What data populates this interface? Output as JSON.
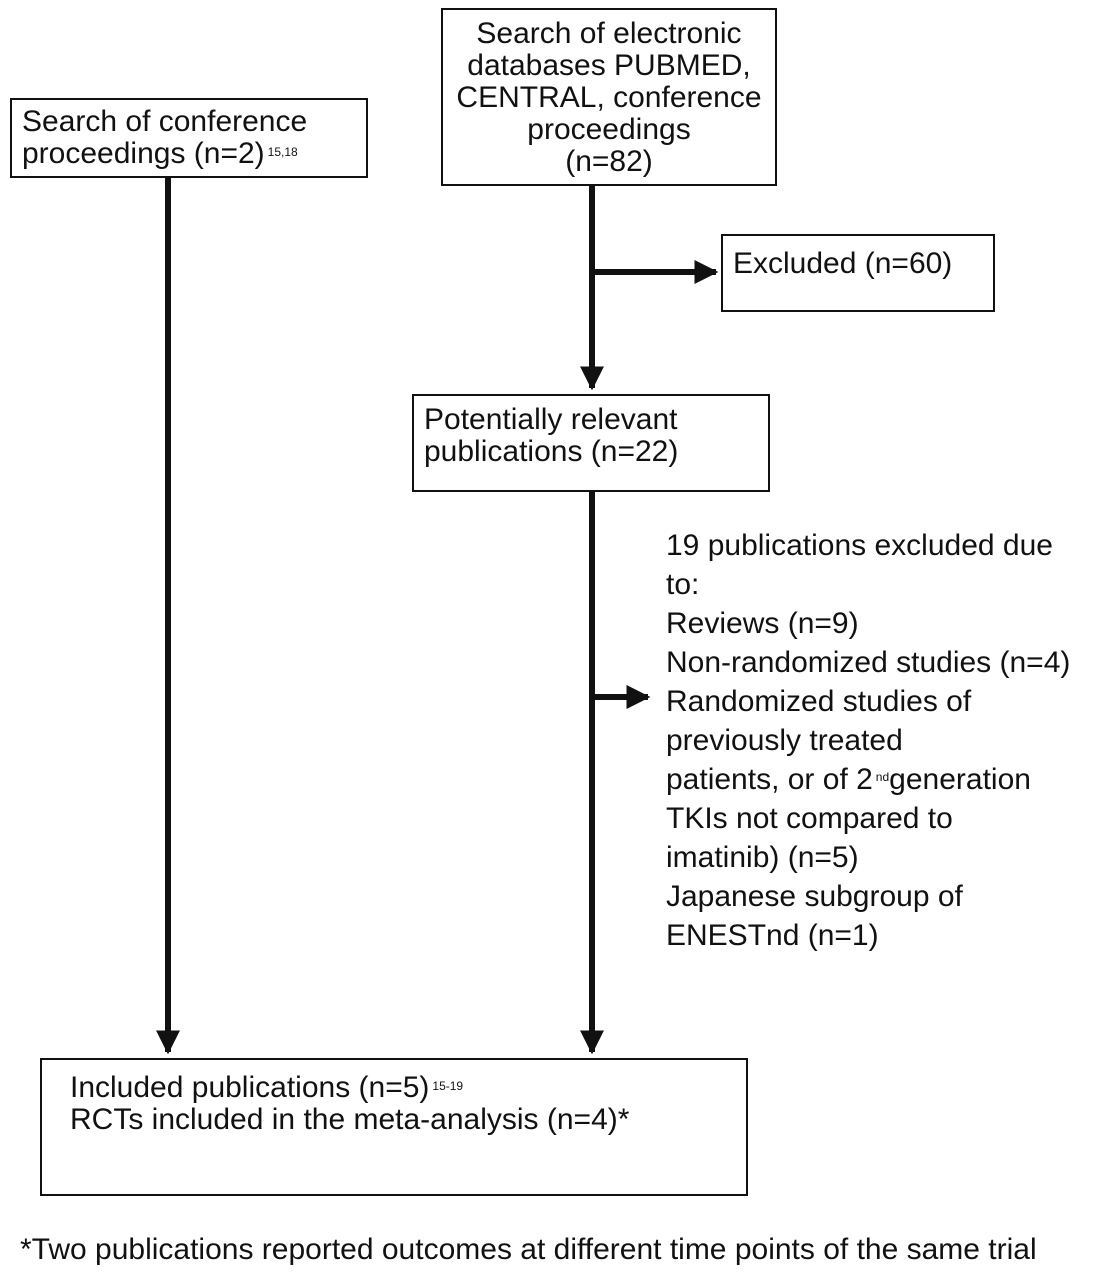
{
  "boxes": {
    "conference": {
      "lines": [
        "Search of conference",
        "proceedings (n=2)"
      ],
      "sup": "15,18"
    },
    "electronic": {
      "lines": [
        "Search of electronic",
        "databases PUBMED,",
        "CENTRAL, conference",
        "proceedings",
        "(n=82)"
      ]
    },
    "excluded": {
      "text": "Excluded (n=60)"
    },
    "relevant": {
      "lines": [
        "Potentially relevant",
        "publications (n=22)"
      ]
    },
    "included": {
      "line1": "Included publications (n=5)",
      "line1_sup": "15-19",
      "line2": "RCTs included in the meta-analysis (n=4)*"
    }
  },
  "exclusions": {
    "heading": [
      "19 publications excluded due",
      "to:"
    ],
    "items": [
      "Reviews (n=9)",
      "Non-randomized studies (n=4)",
      "Randomized studies of",
      "previously treated"
    ],
    "gen_line_before": "patients, or of 2",
    "gen_line_sup": "nd",
    "gen_line_after": "generation",
    "items_after": [
      "TKIs not compared to",
      "imatinib) (n=5)",
      "Japanese subgroup of",
      "ENESTnd (n=1)"
    ]
  },
  "footnote": "*Two publications reported outcomes at different time points of the same trial"
}
